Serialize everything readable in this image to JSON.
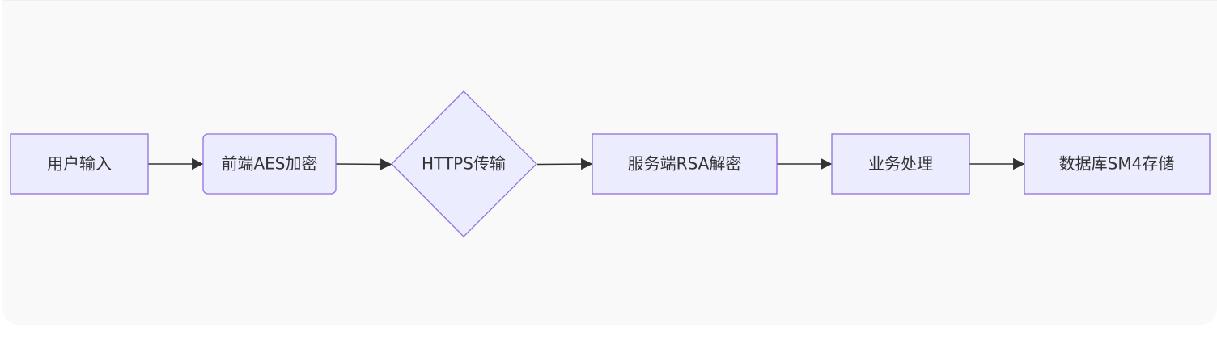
{
  "flowchart": {
    "nodes": [
      {
        "id": "user_input",
        "label": "用户输入",
        "shape": "rect"
      },
      {
        "id": "frontend_aes",
        "label": "前端AES加密",
        "shape": "rounded-rect"
      },
      {
        "id": "https_transfer",
        "label": "HTTPS传输",
        "shape": "diamond"
      },
      {
        "id": "server_rsa",
        "label": "服务端RSA解密",
        "shape": "rect"
      },
      {
        "id": "business",
        "label": "业务处理",
        "shape": "rect"
      },
      {
        "id": "db_sm4",
        "label": "数据库SM4存储",
        "shape": "rect"
      }
    ],
    "edges": [
      {
        "from": "user_input",
        "to": "frontend_aes"
      },
      {
        "from": "frontend_aes",
        "to": "https_transfer"
      },
      {
        "from": "https_transfer",
        "to": "server_rsa"
      },
      {
        "from": "server_rsa",
        "to": "business"
      },
      {
        "from": "business",
        "to": "db_sm4"
      }
    ],
    "colors": {
      "node_fill": "#ececff",
      "node_stroke": "#9370db",
      "edge": "#333333",
      "background": "#f9f9f9"
    }
  }
}
